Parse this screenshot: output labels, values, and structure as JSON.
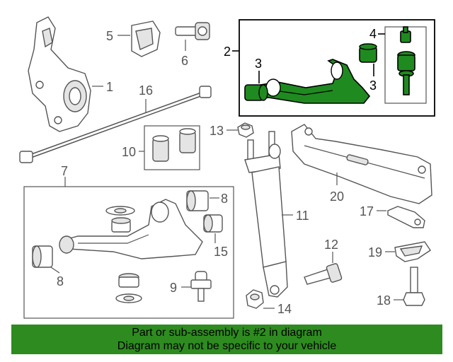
{
  "callouts": {
    "c1": "1",
    "c2": "2",
    "c3a": "3",
    "c3b": "3",
    "c4": "4",
    "c5": "5",
    "c6": "6",
    "c7": "7",
    "c8a": "8",
    "c8b": "8",
    "c9": "9",
    "c10": "10",
    "c11": "11",
    "c12": "12",
    "c13": "13",
    "c14": "14",
    "c15": "15",
    "c16": "16",
    "c17": "17",
    "c18": "18",
    "c19": "19",
    "c20": "20"
  },
  "highlight_color": "#2e8b1f",
  "highlighted_part": "2",
  "footer": {
    "line1": "Part or sub-assembly is #2 in diagram",
    "line2": "Diagram may not be specific to your vehicle"
  }
}
